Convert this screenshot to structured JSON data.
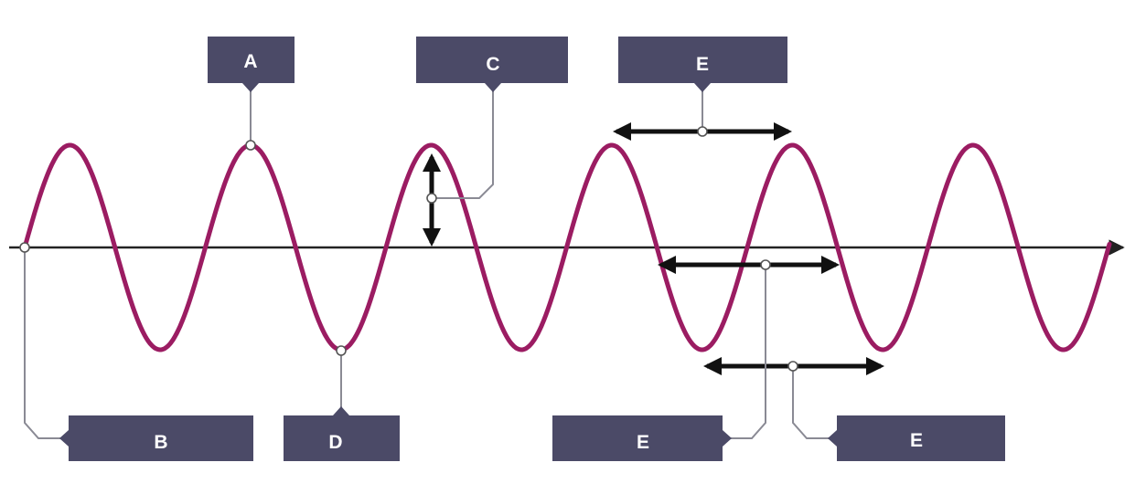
{
  "labels": {
    "a": "A",
    "b": "B",
    "c": "C",
    "d": "D",
    "e_top": "E",
    "e_bottom_left": "E",
    "e_bottom_right": "E"
  },
  "colors": {
    "wave": "#9b1c62",
    "label_box": "#4b4a67",
    "label_text": "#ffffff",
    "axis": "#222222",
    "leader": "#8a8a94"
  }
}
